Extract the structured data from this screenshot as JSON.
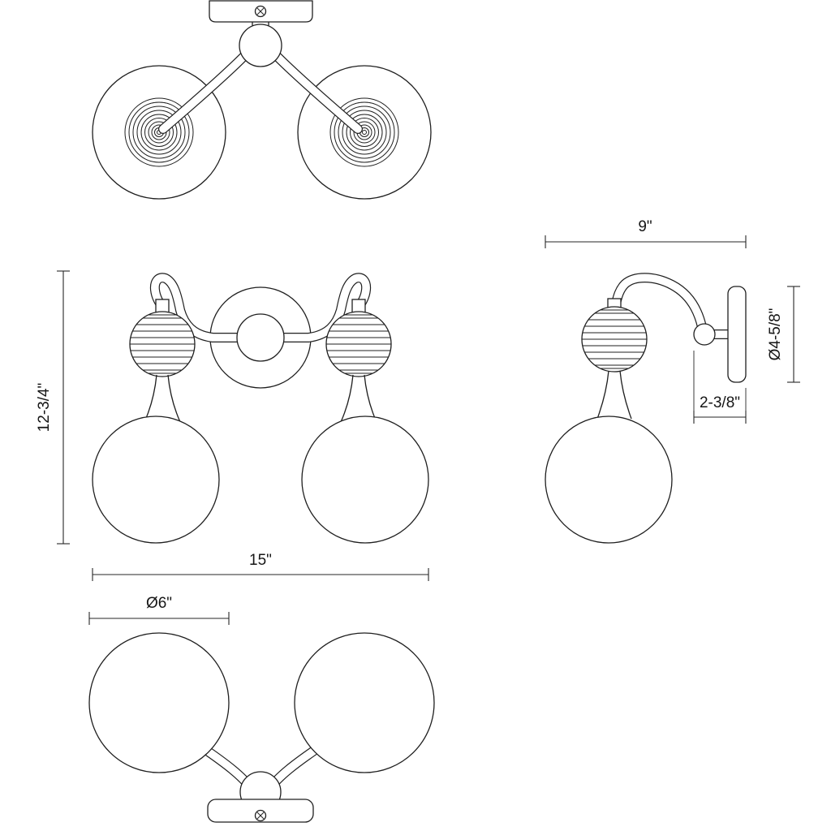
{
  "colors": {
    "line": "#1f1f1f",
    "background": "#ffffff"
  },
  "views": {
    "front": {
      "height_label": "12-3/4\"",
      "width_label": "15\""
    },
    "side": {
      "projection_label": "9\"",
      "backplate_diameter_label": "Ø4-5/8\"",
      "backplate_depth_label": "2-3/8\""
    },
    "bottom": {
      "globe_diameter_label": "Ø6\""
    }
  }
}
